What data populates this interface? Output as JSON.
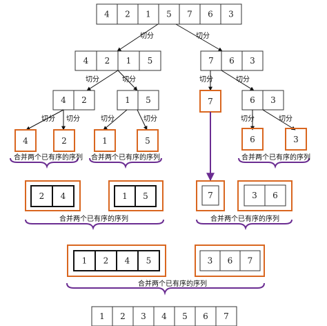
{
  "colors": {
    "cell_border": "#333333",
    "orange": "#d9661f",
    "purple": "#6a2c91",
    "arrow": "#111111"
  },
  "labels": {
    "split": "切分",
    "merge": "合并两个已有序的序列"
  },
  "level0": [
    "4",
    "2",
    "1",
    "5",
    "7",
    "6",
    "3"
  ],
  "level1": {
    "left": [
      "4",
      "2",
      "1",
      "5"
    ],
    "right": [
      "7",
      "6",
      "3"
    ]
  },
  "level2": {
    "a": [
      "4",
      "2"
    ],
    "b": [
      "1",
      "5"
    ],
    "c": [
      "7"
    ],
    "d": [
      "6",
      "3"
    ]
  },
  "level3": {
    "a1": [
      "4"
    ],
    "a2": [
      "2"
    ],
    "b1": [
      "1"
    ],
    "b2": [
      "5"
    ],
    "d1": [
      "6"
    ],
    "d2": [
      "3"
    ]
  },
  "merge1": {
    "a": [
      "2",
      "4"
    ],
    "b": [
      "1",
      "5"
    ],
    "c": [
      "7"
    ],
    "d": [
      "3",
      "6"
    ]
  },
  "merge2": {
    "left": [
      "1",
      "2",
      "4",
      "5"
    ],
    "right": [
      "3",
      "6",
      "7"
    ]
  },
  "final": [
    "1",
    "2",
    "3",
    "4",
    "5",
    "6",
    "7"
  ]
}
